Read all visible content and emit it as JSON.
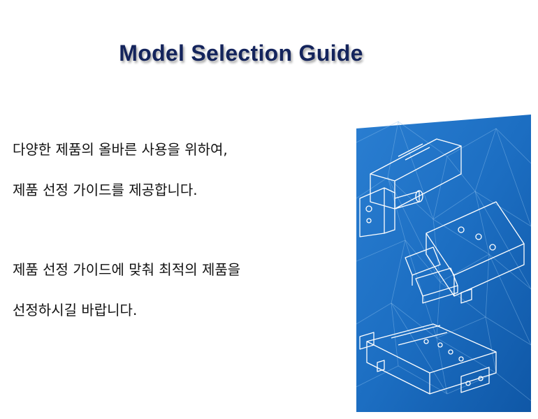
{
  "title": "Model Selection Guide",
  "paragraph1": {
    "line1": "다양한 제품의 올바른 사용을 위하여,",
    "line2": "제품 선정 가이드를 제공합니다."
  },
  "paragraph2": {
    "line1": "제품 선정 가이드에 맞춰 최적의 제품을",
    "line2": "선정하시길 바랍니다."
  },
  "illustration": {
    "background_color": "#1c6ec2",
    "line_color": "#ffffff",
    "items": [
      "cylinder-line-drawing",
      "gripper-line-drawing",
      "slide-table-line-drawing"
    ]
  }
}
